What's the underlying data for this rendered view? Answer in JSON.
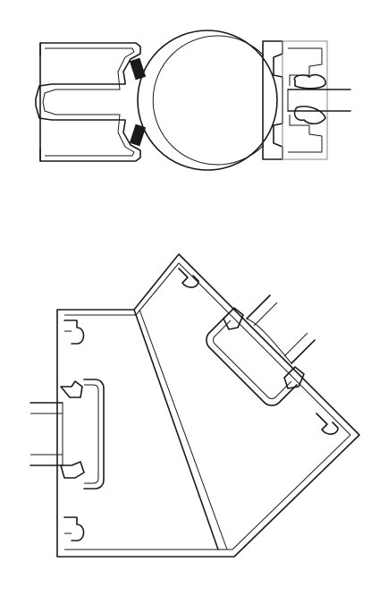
{
  "diagrams": [
    {
      "id": "top",
      "kind": "round-mullion-section"
    },
    {
      "id": "bottom",
      "kind": "angled-corner-mullion-section"
    }
  ],
  "colors": {
    "line": "#1a1a1a",
    "background": "#ffffff",
    "secondary": "#8a8a8a"
  }
}
